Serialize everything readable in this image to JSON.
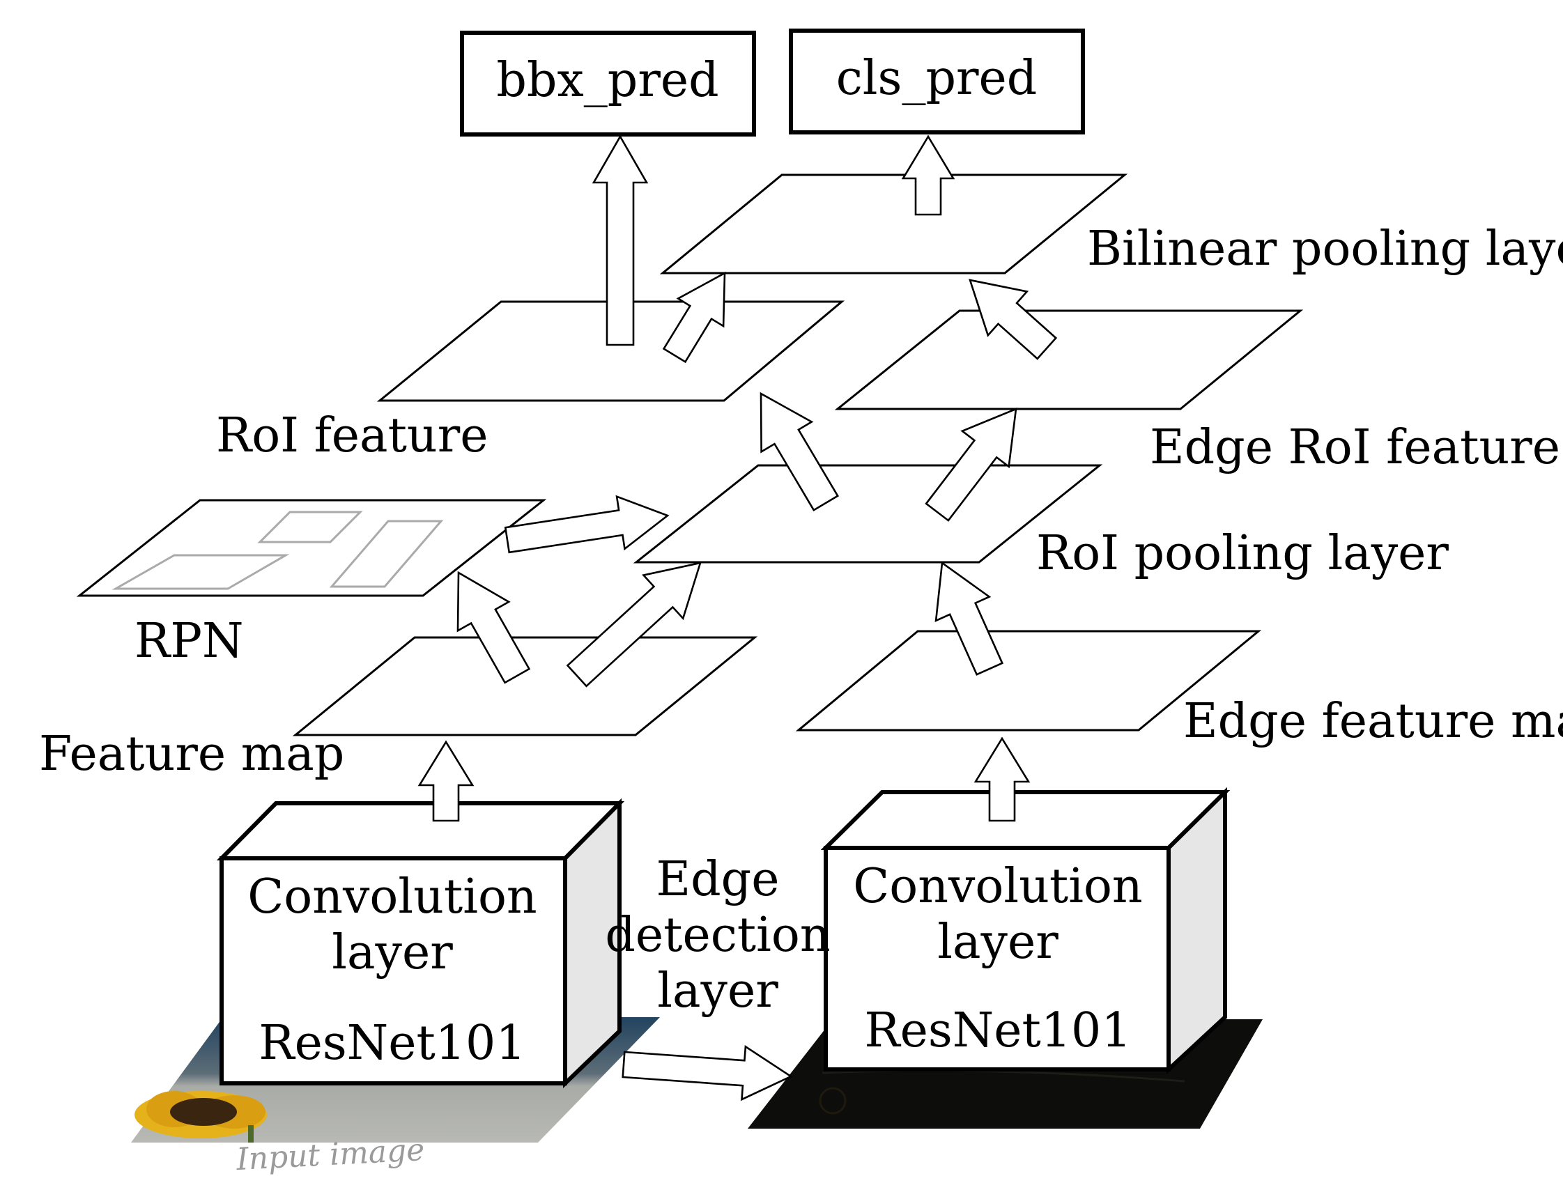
{
  "outputs": {
    "bbx_pred": "bbx_pred",
    "cls_pred": "cls_pred"
  },
  "layers": {
    "bilinear_pooling": "Bilinear pooling layer",
    "roi_feature": "RoI feature",
    "edge_roi_feature": "Edge RoI feature",
    "roi_pooling": "RoI pooling layer",
    "rpn": "RPN",
    "feature_map": "Feature map",
    "edge_feature_map": "Edge feature map"
  },
  "backbones": {
    "left": {
      "line1": "Convolution",
      "line2": "layer",
      "line3": "ResNet101"
    },
    "right": {
      "line1": "Convolution",
      "line2": "layer",
      "line3": "ResNet101"
    }
  },
  "edge_detection": {
    "line1": "Edge",
    "line2": "detection",
    "line3": "layer"
  },
  "input_caption": "Input image",
  "colors": {
    "input_image_sky": "#22435f",
    "input_image_ground": "#a8aaa6",
    "sunflower_petal": "#e6b21c",
    "sunflower_center": "#3a2510",
    "edge_image": "#0d0d0b",
    "box_side": "#e6e6e6"
  }
}
